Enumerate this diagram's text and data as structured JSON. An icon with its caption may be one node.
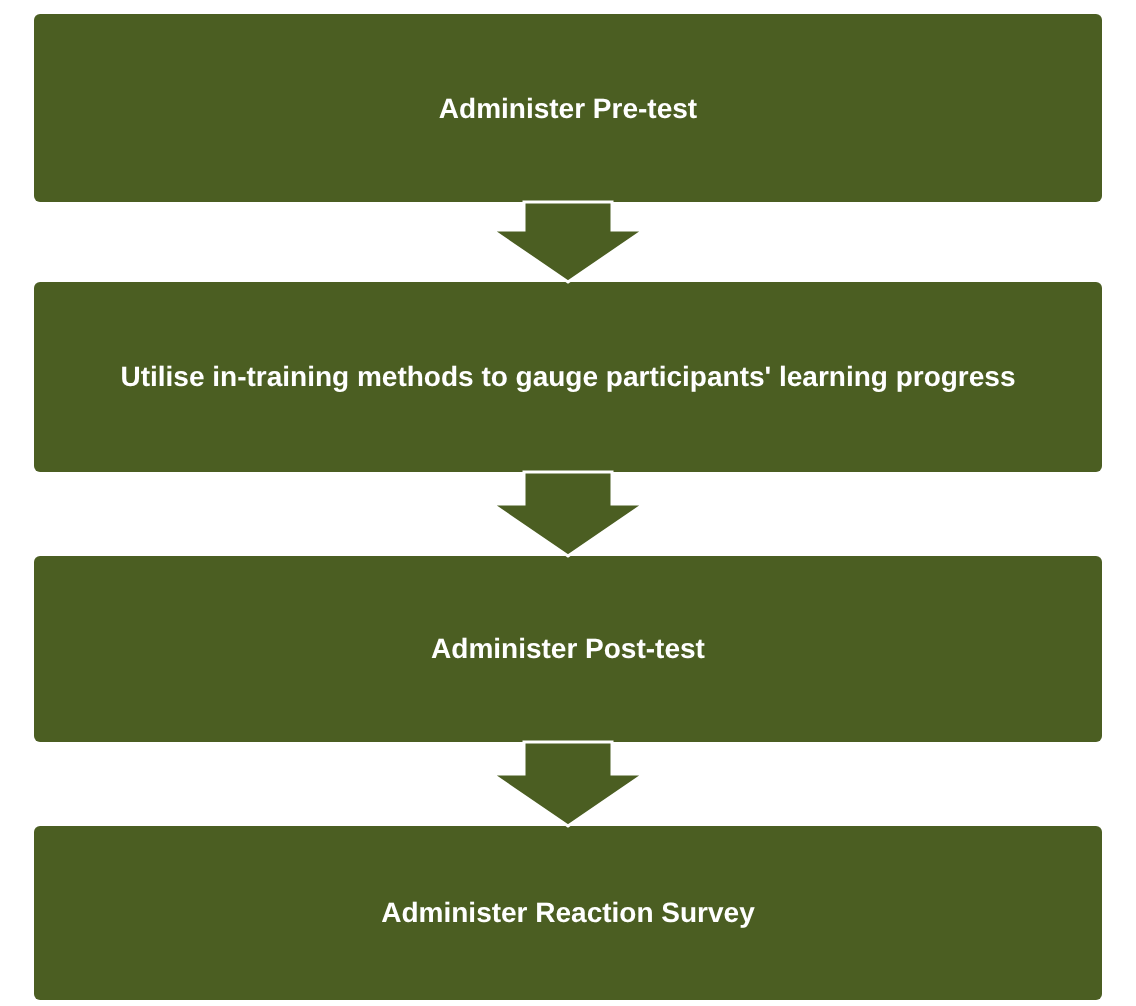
{
  "diagram": {
    "nodes": [
      {
        "text": [
          "Administer Pre-test"
        ]
      },
      {
        "text": [
          "Utilise in-training methods to gauge participants' learning progress"
        ]
      },
      {
        "text": [
          "Administer Post-test"
        ]
      },
      {
        "text": [
          "Administer Reaction Survey"
        ]
      }
    ],
    "edges": [
      {
        "from": 0,
        "to": 1,
        "arrow": "to"
      },
      {
        "from": 1,
        "to": 2,
        "arrow": "to"
      },
      {
        "from": 2,
        "to": 3,
        "arrow": "to"
      }
    ]
  }
}
